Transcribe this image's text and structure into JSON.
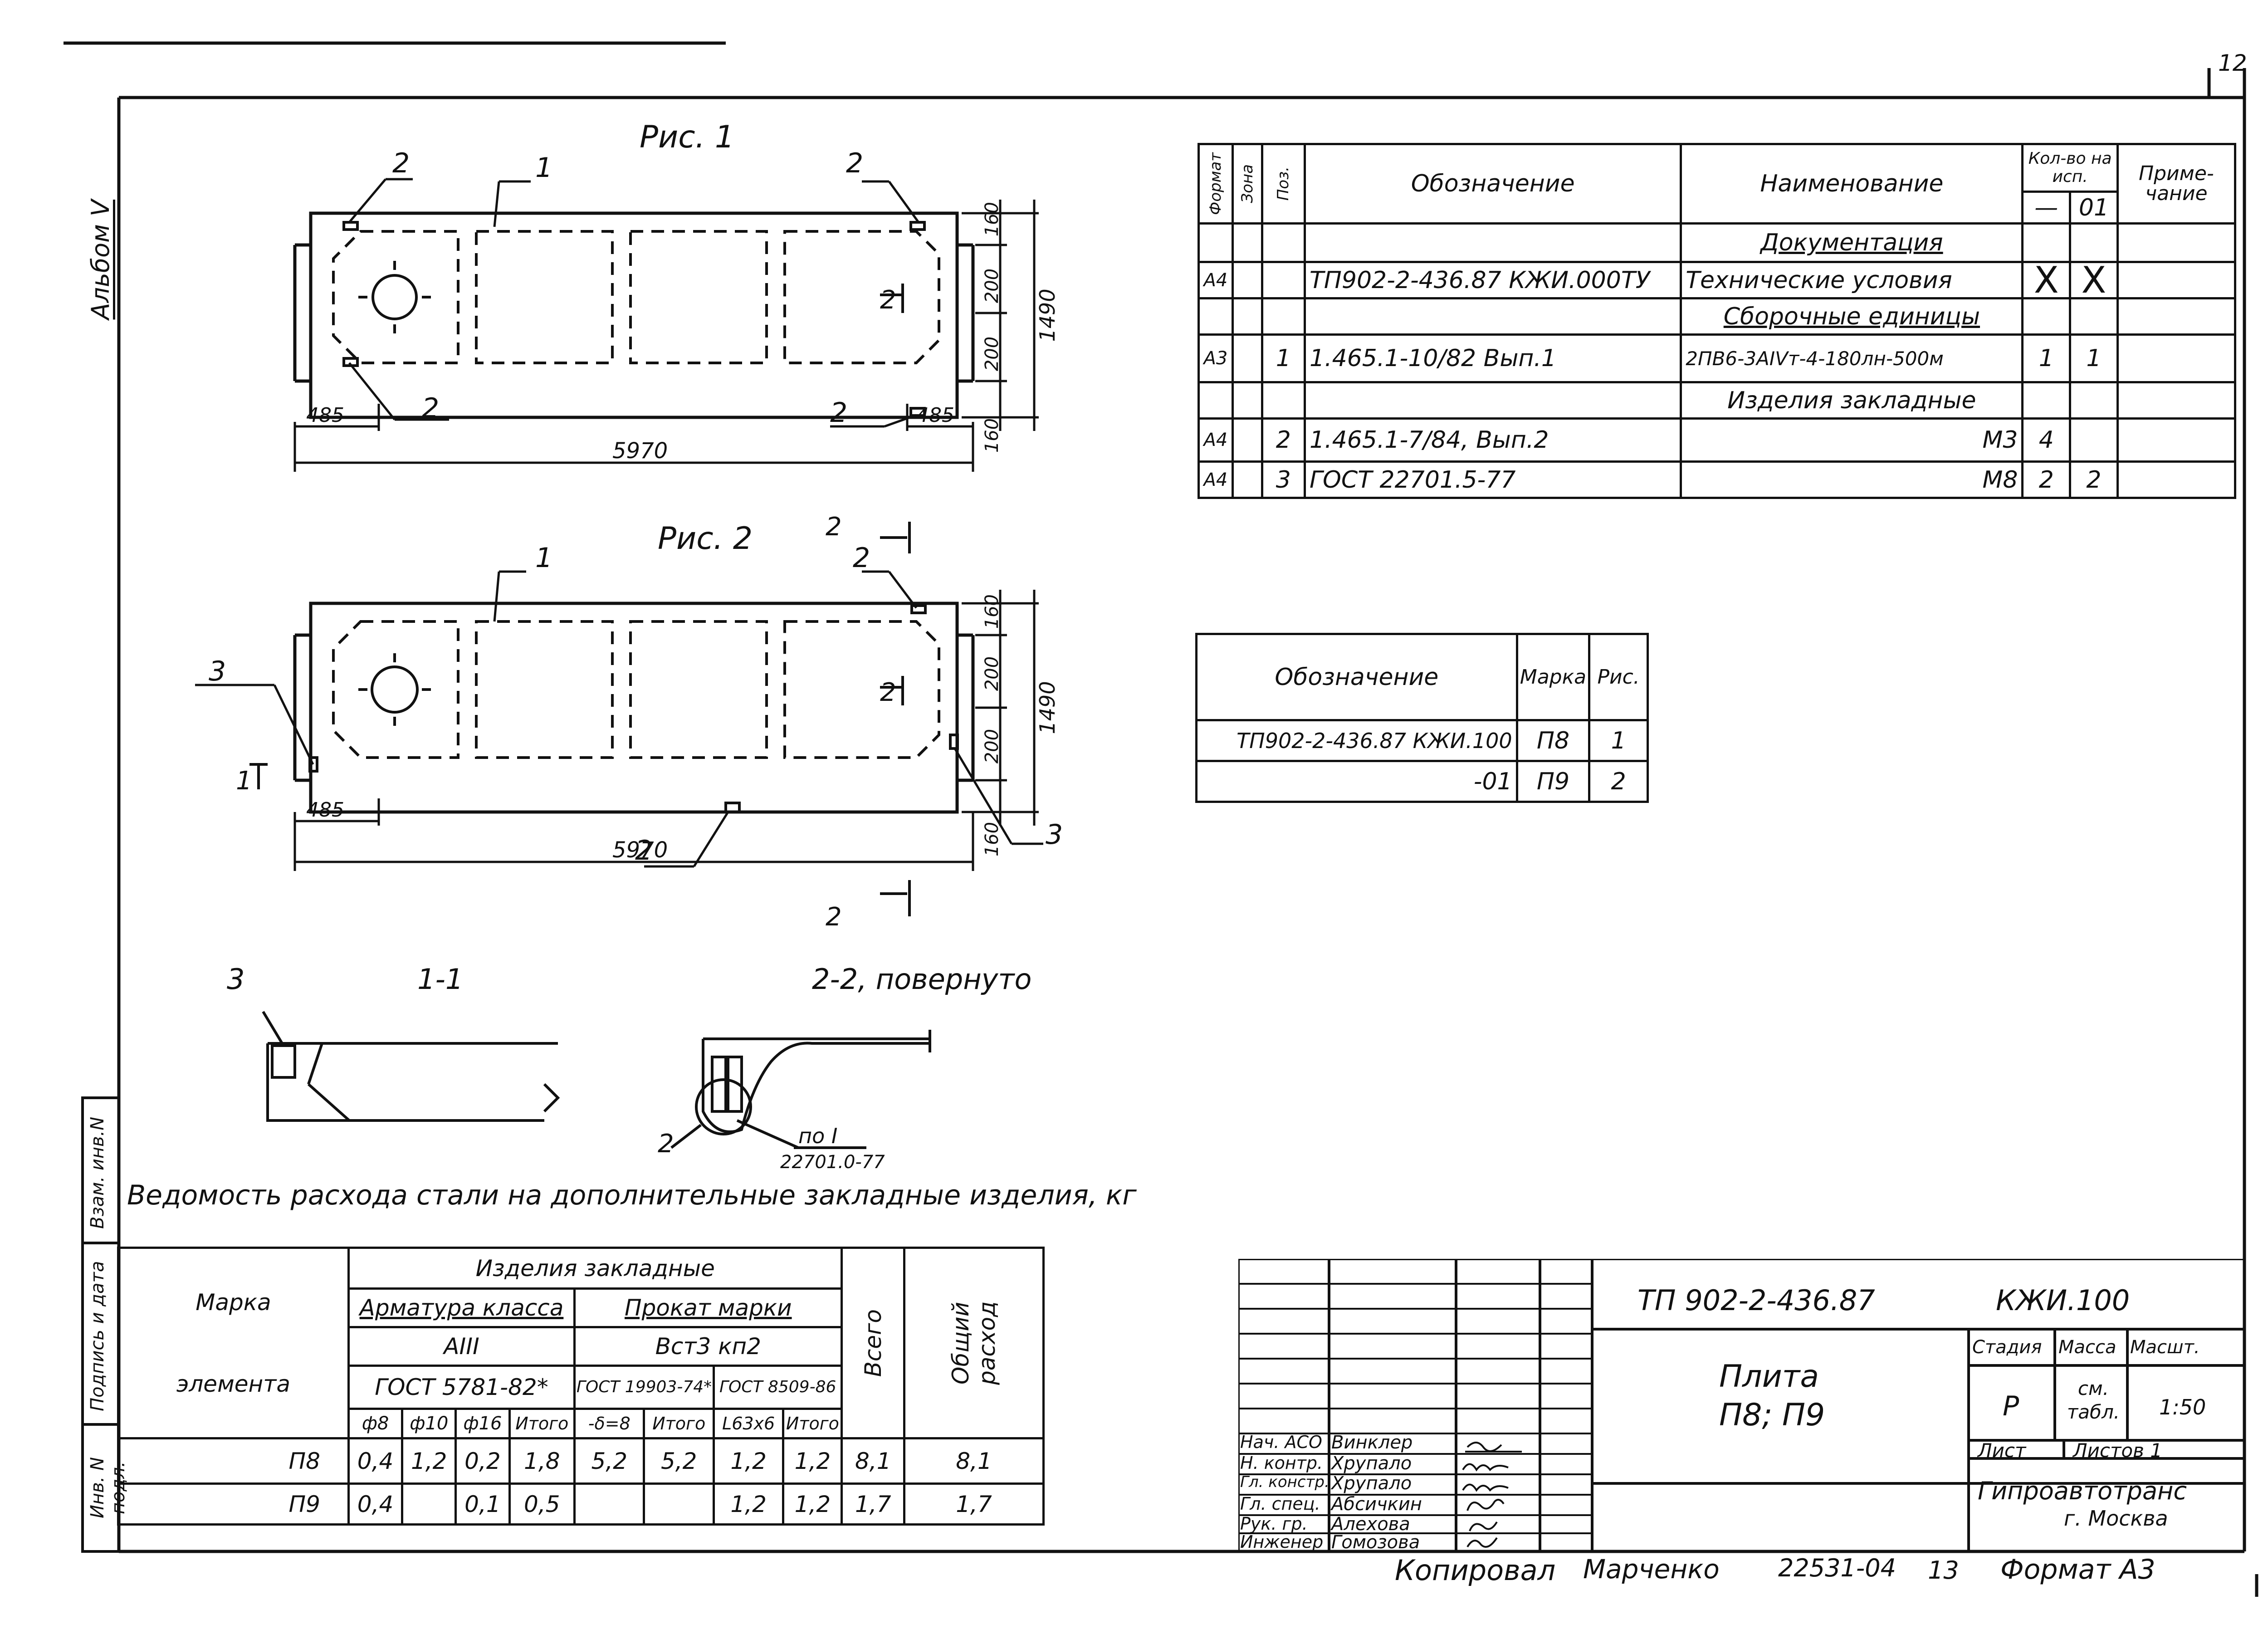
{
  "sheet_number": "12",
  "album_label": "Альбом V",
  "side_stamps": [
    "Взам. инв.N",
    "Подпись и дата",
    "Инв. N подл."
  ],
  "figures": {
    "fig1": {
      "title": "Рис. 1",
      "dim_length": "5970",
      "dim_left": "485",
      "dim_right": "485",
      "dim_heights": [
        "160",
        "200",
        "200",
        "160"
      ],
      "dim_total": "1490",
      "pos_labels": [
        "1",
        "2",
        "2",
        "2",
        "2"
      ],
      "section_mark": "2"
    },
    "fig2": {
      "title": "Рис. 2",
      "dim_length": "5970",
      "dim_left": "485",
      "dim_heights": [
        "160",
        "200",
        "200",
        "160"
      ],
      "dim_total": "1490",
      "pos_labels": [
        "1",
        "2",
        "2",
        "3",
        "3"
      ],
      "section_mark_top": "2",
      "section_mark_bottom": "2",
      "section_mark_left": "1"
    },
    "sec11": {
      "title": "1-1",
      "pos_label": "3"
    },
    "sec22": {
      "title": "2-2, повернуто",
      "pos_label": "2",
      "note_line1": "по I",
      "note_line2": "22701.0-77"
    }
  },
  "spec_table": {
    "headers": {
      "format": "Формат",
      "zone": "Зона",
      "pos": "Поз.",
      "designation": "Обозначение",
      "name": "Наименование",
      "qty": "Кол-во на исп.",
      "qty_dash": "—",
      "qty_01": "01",
      "note": "Приме-чание"
    },
    "rows": [
      {
        "format": "",
        "pos": "",
        "designation": "",
        "name": "Документация",
        "q1": "",
        "q2": "",
        "style": "section"
      },
      {
        "format": "А4",
        "pos": "",
        "designation": "ТП902-2-436.87 КЖИ.000ТУ",
        "name": "Технические условия",
        "q1": "X",
        "q2": "X",
        "style": ""
      },
      {
        "format": "",
        "pos": "",
        "designation": "",
        "name": "Сборочные единицы",
        "q1": "",
        "q2": "",
        "style": "section"
      },
      {
        "format": "А3",
        "pos": "1",
        "designation": "1.465.1-10/82   Вып.1",
        "name": "2ПВ6-3АIVт-4-180лн-500м",
        "q1": "1",
        "q2": "1",
        "style": ""
      },
      {
        "format": "",
        "pos": "",
        "designation": "",
        "name": "Изделия закладные",
        "q1": "",
        "q2": "",
        "style": "plain"
      },
      {
        "format": "А4",
        "pos": "2",
        "designation": "1.465.1-7/84, Вып.2",
        "name": "М3",
        "q1": "4",
        "q2": "",
        "style": "right"
      },
      {
        "format": "А4",
        "pos": "3",
        "designation": "ГОСТ 22701.5-77",
        "name": "М8",
        "q1": "2",
        "q2": "2",
        "style": "right"
      }
    ]
  },
  "mark_table": {
    "headers": {
      "designation": "Обозначение",
      "mark": "Марка",
      "fig": "Рис."
    },
    "rows": [
      {
        "designation": "ТП902-2-436.87 КЖИ.100",
        "mark": "П8",
        "fig": "1"
      },
      {
        "designation": "-01",
        "mark": "П9",
        "fig": "2"
      }
    ]
  },
  "steel_table": {
    "caption": "Ведомость расхода стали на дополнительные закладные изделия, кг",
    "h_mark": "Марка элемента",
    "h_items": "Изделия закладные",
    "h_rebar": "Арматура класса",
    "h_rebar_class": "АIII",
    "h_rebar_gost": "ГОСТ 5781-82*",
    "h_rolled": "Прокат марки",
    "h_rolled_grade": "Вст3 кп2",
    "h_gost1": "ГОСТ 19903-74*",
    "h_gost2": "ГОСТ 8509-86",
    "h_total": "Всего",
    "h_overall": "Общий расход",
    "sub": [
      "ф8",
      "ф10",
      "ф16",
      "Итого",
      "-δ=8",
      "Итого",
      "L63х6",
      "Итого"
    ],
    "rows": [
      {
        "mark": "П8",
        "v": [
          "0,4",
          "1,2",
          "0,2",
          "1,8",
          "5,2",
          "5,2",
          "1,2",
          "1,2"
        ],
        "total": "8,1",
        "overall": "8,1"
      },
      {
        "mark": "П9",
        "v": [
          "0,4",
          "",
          "0,1",
          "0,5",
          "",
          "",
          "1,2",
          "1,2"
        ],
        "total": "1,7",
        "overall": "1,7"
      }
    ]
  },
  "title_block": {
    "code": "ТП 902-2-436.87",
    "doc": "КЖИ.100",
    "name_line1": "Плита",
    "name_line2": "П8; П9",
    "stage_h": "Стадия",
    "mass_h": "Масса",
    "scale_h": "Масшт.",
    "stage": "Р",
    "mass": "см. табл.",
    "scale": "1:50",
    "sheet_h": "Лист",
    "sheets_h": "Листов 1",
    "org1": "Гипроавтотранс",
    "org2": "г. Москва",
    "people": [
      {
        "role": "Нач. АСО",
        "name": "Винклер"
      },
      {
        "role": "Н. контр.",
        "name": "Хрупало"
      },
      {
        "role": "Гл. констр.",
        "name": "Хрупало"
      },
      {
        "role": "Гл. спец.",
        "name": "Абсичкин"
      },
      {
        "role": "Рук. гр.",
        "name": "Алехова"
      },
      {
        "role": "Инженер",
        "name": "Гомозова"
      }
    ]
  },
  "footer": {
    "copied": "Копировал",
    "copier": "Марченко",
    "number": "22531-04",
    "sheet": "13",
    "format": "Формат А3"
  }
}
